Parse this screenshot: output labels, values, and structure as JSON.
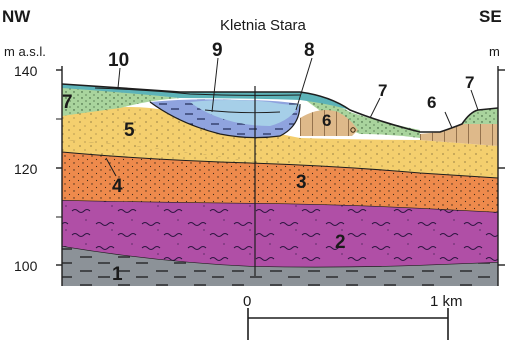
{
  "header": {
    "left_direction": "NW",
    "right_direction": "SE",
    "left_unit": "m a.s.l.",
    "right_unit": "m",
    "place_name": "Kletnia Stara"
  },
  "elevation_axis": {
    "ticks": [
      "140",
      "120",
      "100"
    ]
  },
  "units": [
    {
      "id": "1",
      "label": "1",
      "color": "#8c9298"
    },
    {
      "id": "2",
      "label": "2",
      "color": "#b04fa6"
    },
    {
      "id": "3",
      "label": "3",
      "color": "#ee8a4c"
    },
    {
      "id": "4",
      "label": "4",
      "color": "#ee8a4c"
    },
    {
      "id": "5",
      "label": "5",
      "color": "#f4cf6e"
    },
    {
      "id": "6",
      "label": "6",
      "color": "#deb98a"
    },
    {
      "id": "7",
      "label": "7",
      "color": "#a9d49d"
    },
    {
      "id": "8",
      "label": "8",
      "color": "#6fb3c8"
    },
    {
      "id": "9",
      "label": "9",
      "color": "#8fa3de"
    },
    {
      "id": "10",
      "label": "10",
      "color": "#5db3b8"
    }
  ],
  "scale_bar": {
    "start_label": "0",
    "end_label": "1 km"
  }
}
